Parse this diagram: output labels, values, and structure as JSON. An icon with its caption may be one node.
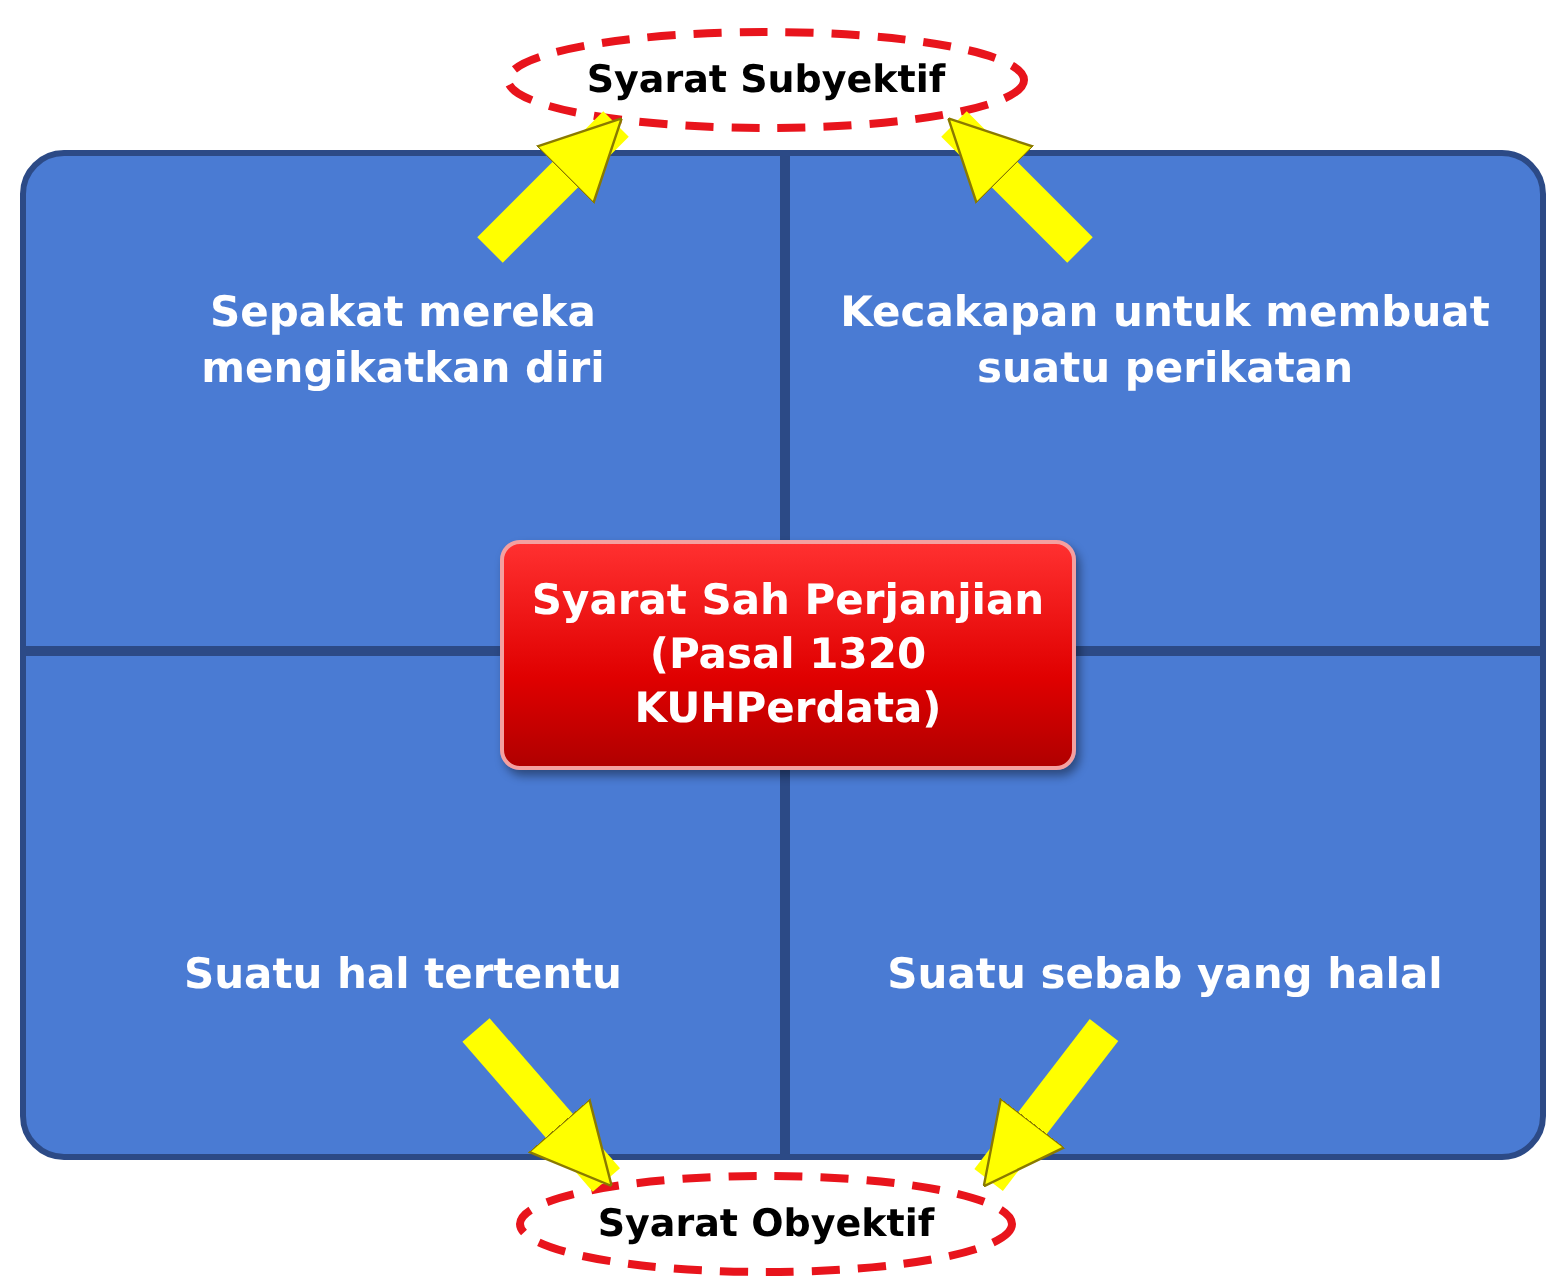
{
  "diagram": {
    "nodes": [
      {
        "text": [
          "Syarat Subyektif"
        ]
      },
      {
        "text": [
          "Sepakat mereka mengikatkan diri"
        ]
      },
      {
        "text": [
          "Kecakapan untuk membuat suatu perikatan"
        ]
      },
      {
        "text": [
          "Syarat Sah Perjanjian (Pasal 1320 KUHPerdata)"
        ]
      },
      {
        "text": [
          "Suatu hal tertentu"
        ]
      },
      {
        "text": [
          "Suatu sebab yang halal"
        ]
      },
      {
        "text": [
          "Syarat Obyektif"
        ]
      }
    ],
    "edges": [
      {
        "from": 1,
        "to": 0,
        "arrow": "to"
      },
      {
        "from": 2,
        "to": 0,
        "arrow": "to"
      },
      {
        "from": 4,
        "to": 6,
        "arrow": "to"
      },
      {
        "from": 5,
        "to": 6,
        "arrow": "to"
      }
    ]
  }
}
